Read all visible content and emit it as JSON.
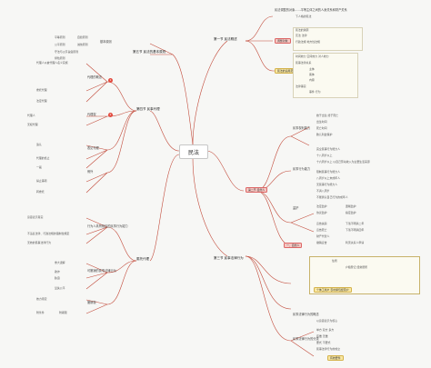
{
  "root": "民法",
  "sec1": "第一节 民法概述",
  "sec2": "第二节 自然人",
  "sec3": "第三节 民事法律行为",
  "sec4": "第四节 民事代理",
  "sec5": "第五节 民法的基本原则",
  "s1": {
    "t1": "民法调整的对象……平等主体之间的人身关系和财产关系",
    "t2": "下人格的民法",
    "t3": "调整对象",
    "t4": "民法的渊源",
    "t5": "宪法 法律",
    "t6": "行政法规 地方性法规",
    "t7": "民法的适用范围",
    "t8": "时间效力 空间效力 对人效力",
    "t9": "民事法律关系",
    "t10": "主体",
    "t11": "客体",
    "t12": "内容",
    "t13": "法律事实",
    "t14": "事件 行为"
  },
  "s2": {
    "t1": "民事权利能力",
    "t2": "始于出生 终于死亡",
    "t3": "出生时间",
    "t4": "死亡时间",
    "t5": "胎儿利益保护",
    "t6": "民事行为能力",
    "t7": "完全民事行为能力人",
    "t8": "限制民事行为能力人",
    "t9": "无民事行为能力人",
    "t10": "十八周岁以上",
    "t11": "十六周岁以上 以自己劳动收入为主要生活来源",
    "t12": "八周岁以上未成年人",
    "t13": "不满八周岁",
    "t14": "不能辨认自己行为的成年人",
    "t15": "监护",
    "t16": "法定监护",
    "t17": "遗嘱监护",
    "t18": "协议监护",
    "t19": "指定监护",
    "t20": "宣告失踪",
    "t21": "宣告死亡",
    "t22": "下落不明满二年",
    "t23": "下落不明满四年",
    "t24": "个体工商户 农村承包经营户",
    "t25": "住所",
    "t26": "户籍登记 经常居所",
    "t27": "财产代管人",
    "t28": "撤销宣告",
    "t29": "利害关系人申请",
    "t30": "一、自然人"
  },
  "s3": {
    "t1": "民事法律行为的概念",
    "t2": "以意思表示为核心",
    "t3": "民事法律行为的分类",
    "t4": "单方 双方 多方",
    "t5": "有偿 无偿",
    "t6": "要式 不要式",
    "t7": "民事法律行为的成立",
    "t8": "有效要件",
    "t9": "行为人具有相应的民事行为能力",
    "t10": "意思表示真实",
    "t11": "不违反法律、行政法规的强制性规定",
    "t12": "无效的民事法律行为",
    "t13": "可撤销的民事法律行为",
    "t14": "重大误解",
    "t15": "欺诈",
    "t16": "胁迫",
    "t17": "显失公平",
    "t18": "撤销权",
    "t19": "效力待定",
    "t20": "附条件",
    "t21": "附期限"
  },
  "s4": {
    "t1": "代理的概念",
    "t2": "代理人以被代理人名义实施",
    "t3": "委托代理",
    "t4": "法定代理",
    "t5": "代理权",
    "t6": "代理人",
    "t7": "无权代理",
    "t8": "表见代理",
    "t9": "追认",
    "t10": "代理的终止",
    "t11": "一般",
    "t12": "例外",
    "t13": "禁止事项",
    "t14": "转委托"
  },
  "s5": {
    "t1": "基本原则",
    "t2": "平等原则",
    "t3": "自愿原则",
    "t4": "公平原则",
    "t5": "诚信原则",
    "t6": "守法与公序良俗原则",
    "t7": "绿色原则",
    "t8": "1",
    "t9": "2"
  },
  "colors": {
    "line": "#c24a3a",
    "accent": "#e34b3f",
    "pill": "#f6c7c2",
    "yellow": "#f9e7a2"
  }
}
